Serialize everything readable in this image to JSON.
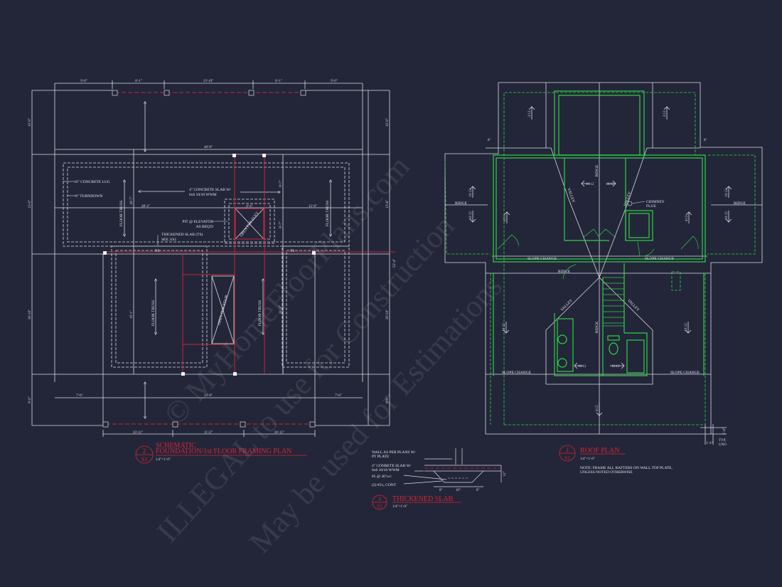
{
  "colors": {
    "background": "#232638",
    "linework": "#d8dae4",
    "structural_red": "#c4263e",
    "roof_green": "#2fd04a",
    "title_red": "#d8243a"
  },
  "foundation_plan": {
    "title_line1": "SCHEMATIC",
    "title_line2": "FOUNDATION/1st FLOOR FRAMING PLAN",
    "detail_number": "2",
    "sheet": "S1",
    "scale": "1/4\"=1'-0\"",
    "top_dims": [
      "9'-0\"",
      "8'-1\"",
      "13'-10\"",
      "8'-1\"",
      "9'-0\""
    ],
    "overall_width": "48'-0\"",
    "bottom_dims_upper": [
      "7'-6\"",
      "33'-0\"",
      "7'-6\""
    ],
    "bottom_dims_lower": [
      "10'-11\"",
      "11'-2\"",
      "10'-11\""
    ],
    "left_dims": [
      "10'-0\"",
      "13'-0\"",
      "18'-10\"",
      "8'-0\""
    ],
    "right_dims": [
      "10'-0\"",
      "13'-6\"",
      "18'-10\"",
      "8'-0\""
    ],
    "overall_depth": "52'-4\"",
    "interior_dims": {
      "d_16_7": "16'-7\"",
      "d_28_2": "28'-2\"",
      "d_15_6": "15'-6\"",
      "d_8_7a": "8'-7\"",
      "d_4_4": "4'-4\"",
      "d_8_7b": "8'-7\"",
      "d_19_1": "19'-1\"",
      "d_21_2": "21'-2\""
    },
    "notes": {
      "lug": "16\" CONCRETE LUG",
      "turndown": "8\" TURNDOWN",
      "slab_line1": "4\" CONCRETE SLAB W/",
      "slab_line2": "6x6 10/10 WWM",
      "pit_line1": "PIT @ ELEVATOR",
      "pit_line2": "AS REQ'D",
      "ts_line1": "THICKENED SLAB (TS)",
      "ts_line2": "SEE 3/S1",
      "ts": "TS",
      "floor_truss": "FLOOR TRUSS",
      "open_elev": "OPEN FOR ELEV",
      "open_stair": "OPEN FOR STAIR"
    }
  },
  "thickened_slab": {
    "title": "THICKENED SLAB",
    "detail_number": "3",
    "sheet": "S1",
    "scale": "1/4\"=1'-0\"",
    "notes": [
      "WALL AS PER PLANS W/",
      "PT PLATE",
      "4\" CONRETE SLAB W/",
      "6x6 10/10 WWM",
      "#5 @ 36\"o/c",
      "(2) #5's, CONT"
    ],
    "dims": [
      "8\"",
      "16\"",
      "8\"",
      "12\""
    ]
  },
  "roof_plan": {
    "title": "ROOF PLAN",
    "detail_number": "1",
    "sheet": "S1",
    "scale": "1/4\"=1'-0\"",
    "note_line1": "NOTE: FRAME ALL RAFTERS ON WALL TOP PLATE,",
    "note_line2": "UNLESS NOTED OTHERWISE",
    "labels": {
      "ridge": "RIDGE",
      "valley": "VALLEY",
      "slope_change": "SLOPE CHANGE",
      "chimney_line1": "CHIMNEY",
      "chimney_line2": "FLUE",
      "typ": "TYP,",
      "uno": "UNO"
    },
    "pitches": {
      "p3_12": "3:12",
      "p10_12": "10:12",
      "p4_12": "4:12"
    },
    "overhang_dims": [
      "1'-4\"",
      "1'-4\"",
      "8\""
    ]
  },
  "watermark": {
    "line1": "© MyHomeFloorPlans.com",
    "line2": "ILLEGAL to use for Construction",
    "line3": "May be used for Estimations"
  }
}
